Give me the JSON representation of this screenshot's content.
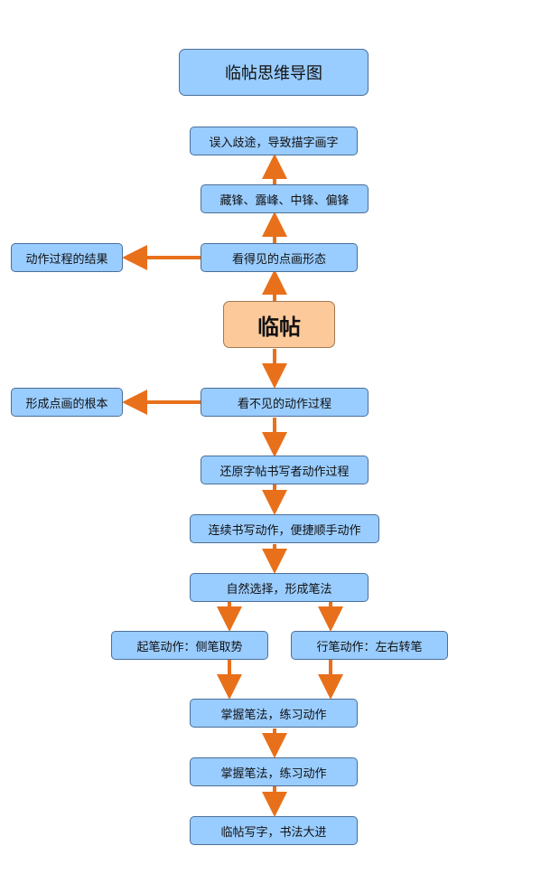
{
  "title": "临帖思维导图",
  "center": "临帖",
  "upper": {
    "n1": "误入歧途，导致描字画字",
    "n2": "藏锋、露峰、中锋、偏锋",
    "n3": "看得见的点画形态",
    "side": "动作过程的结果"
  },
  "lower": {
    "n1": "看不见的动作过程",
    "side": "形成点画的根本",
    "n2": "还原字帖书写者动作过程",
    "n3": "连续书写动作，便捷顺手动作",
    "n4": "自然选择，形成笔法",
    "left_branch": "起笔动作：侧笔取势",
    "right_branch": "行笔动作：左右转笔",
    "n5": "掌握笔法，练习动作",
    "n6": "掌握笔法，练习动作",
    "n7": "临帖写字，书法大进"
  },
  "colors": {
    "node_fill": "#99ccff",
    "center_fill": "#fcc99a",
    "arrow": "#e8701a"
  }
}
